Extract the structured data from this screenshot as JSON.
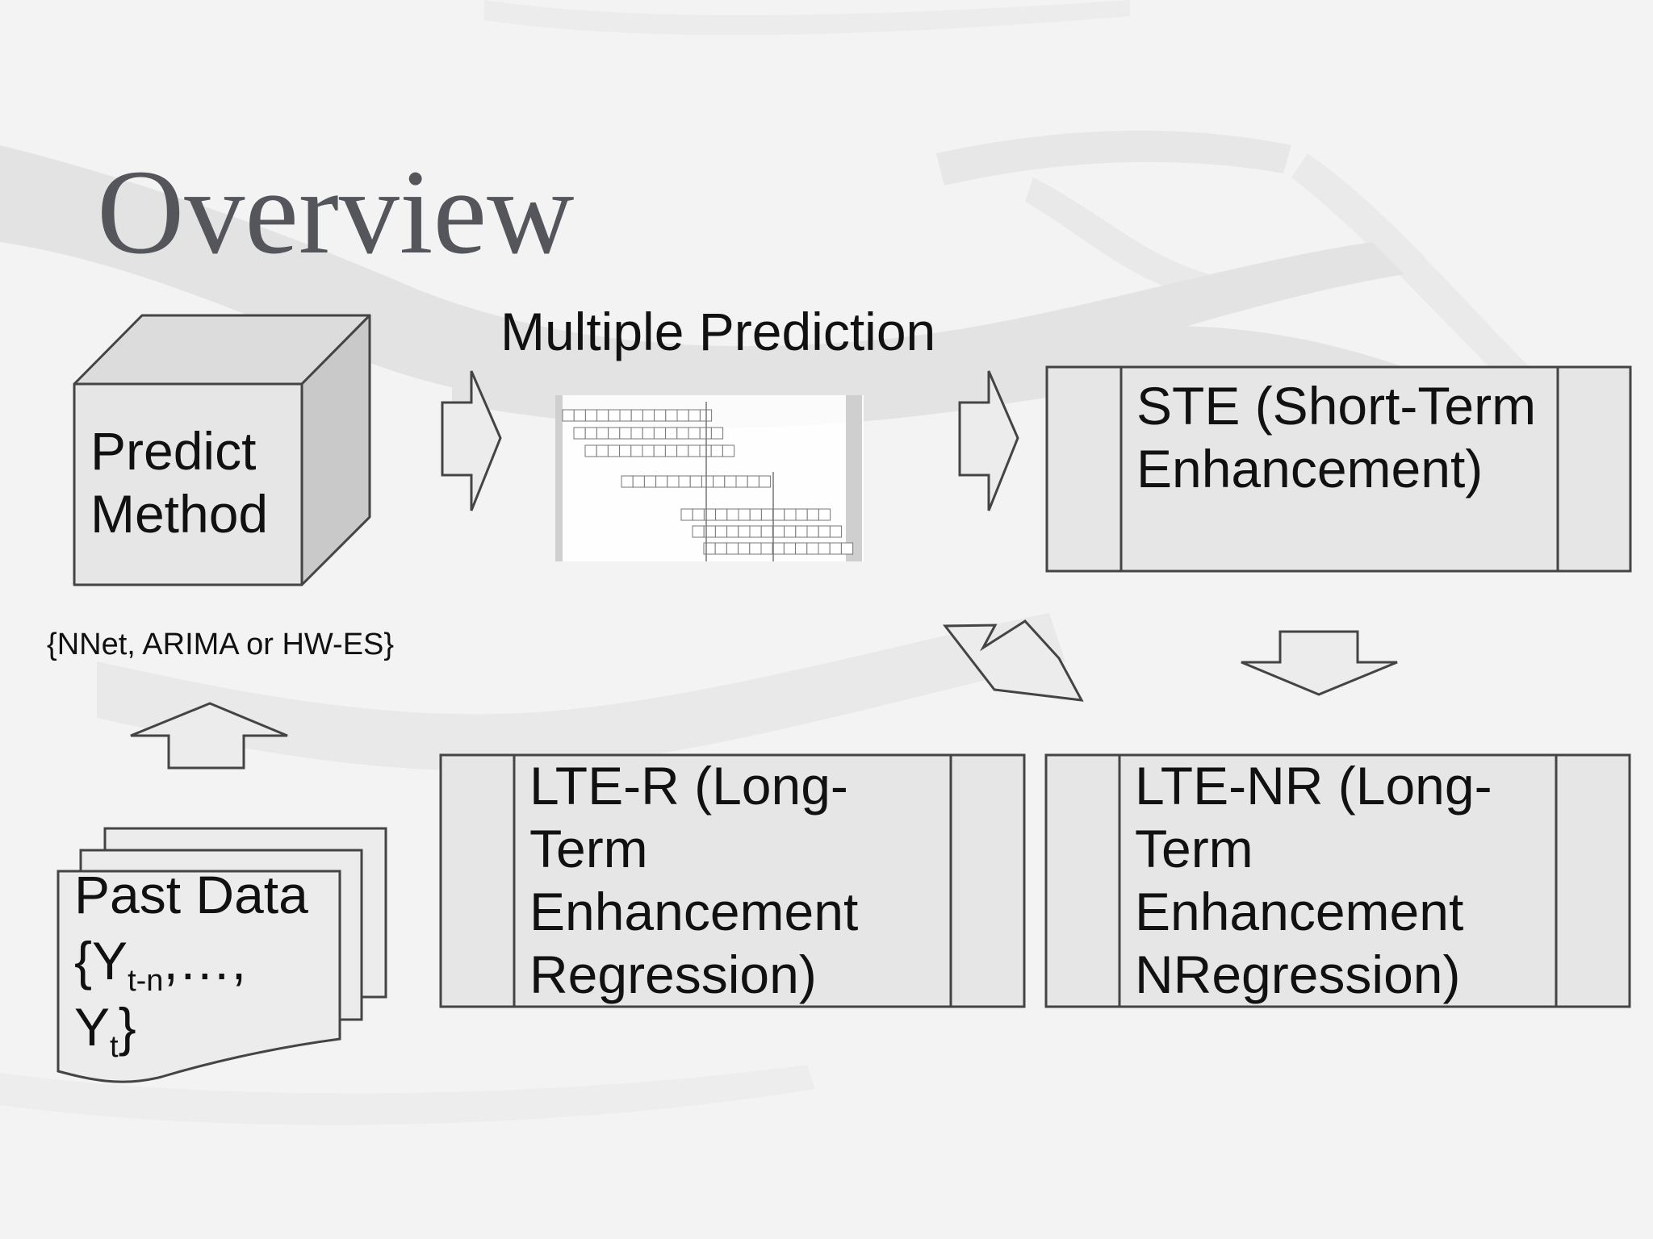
{
  "title": "Overview",
  "multiple_prediction_label": "Multiple Prediction",
  "predict_method": {
    "line1": "Predict",
    "line2": "Method"
  },
  "methods_note": "{NNet, ARIMA or HW-ES}",
  "past_data": {
    "label": "Past Data",
    "open": "{Y",
    "sub1": "t-n",
    "mid": ",…,",
    "y": "Y",
    "sub2": "t",
    "close": "}"
  },
  "ste": "STE (Short-Term Enhancement)",
  "lte_r": "LTE-R  (Long-Term Enhancement Regression)",
  "lte_nr": "LTE-NR  (Long-Term Enhancement NRegression)",
  "colors": {
    "title": "#54565c",
    "box_fill": "#e6e6e6",
    "box_stroke": "#444444",
    "cube_side": "#c9c9c9",
    "cube_top": "#dcdcdc",
    "background": "#f3f3f3"
  }
}
